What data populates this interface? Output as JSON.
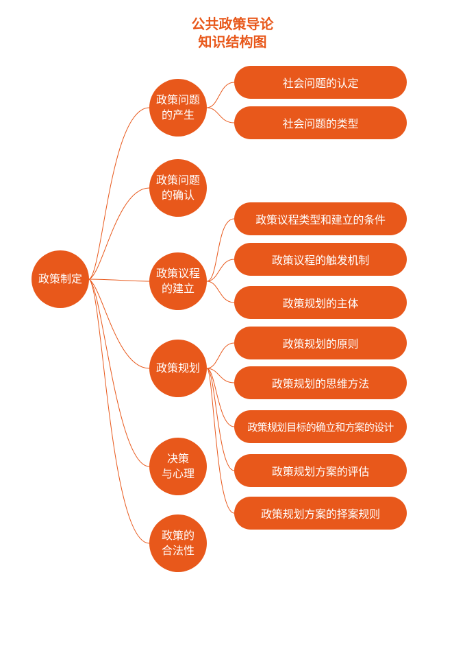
{
  "title": {
    "line1": "公共政策导论",
    "line2": "知识结构图"
  },
  "colors": {
    "accent": "#e8581b",
    "text_on_accent": "#ffffff",
    "background": "#ffffff"
  },
  "root": "政策制定",
  "branches": [
    {
      "label": "政策问题\n的产生",
      "children": [
        "社会问题的认定",
        "社会问题的类型"
      ]
    },
    {
      "label": "政策问题\n的确认",
      "children": []
    },
    {
      "label": "政策议程\n的建立",
      "children": [
        "政策议程类型和建立的条件",
        "政策议程的触发机制",
        "政策规划的主体"
      ]
    },
    {
      "label": "政策规划",
      "children": [
        "政策规划的原则",
        "政策规划的思维方法",
        "政策规划目标的确立和方案的设计",
        "政策规划方案的评估",
        "政策规划方案的择案规则"
      ]
    },
    {
      "label": "决策\n与心理",
      "children": []
    },
    {
      "label": "政策的\n合法性",
      "children": []
    }
  ]
}
